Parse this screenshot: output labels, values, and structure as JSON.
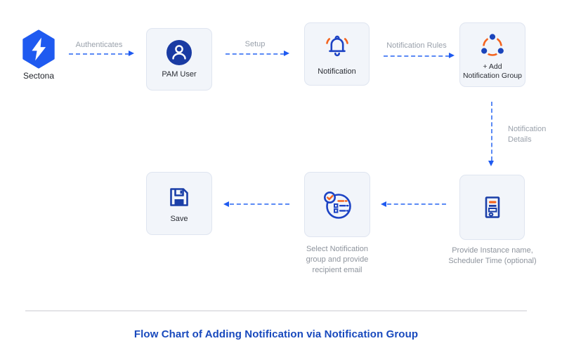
{
  "logo": {
    "label": "Sectona"
  },
  "arrows": {
    "authenticates": "Authenticates",
    "setup": "Setup",
    "notification_rules": "Notification Rules",
    "notification_details": [
      "Notification",
      "Details"
    ]
  },
  "nodes": {
    "pam_user": {
      "label": "PAM User",
      "icon": "user-icon"
    },
    "notification": {
      "label": "Notification",
      "icon": "bell-icon"
    },
    "add_notification_group": {
      "label_lines": [
        "+ Add",
        "Notification Group"
      ],
      "icon": "group-icon"
    },
    "provide_instance": {
      "icon": "document-icon",
      "caption_lines": [
        "Provide Instance name,",
        "Scheduler Time (optional)"
      ]
    },
    "select_notification": {
      "icon": "checklist-icon",
      "caption_lines": [
        "Select Notification",
        "group and provide",
        "recipient email"
      ]
    },
    "save": {
      "label": "Save",
      "icon": "save-floppy-icon"
    }
  },
  "footer": {
    "title": "Flow Chart of Adding Notification via Notification Group"
  },
  "colors": {
    "brand_blue": "#1F5AF0",
    "icon_blue": "#1B3FA8",
    "icon_blue_bright": "#1D43C4",
    "accent_orange": "#F4641E",
    "arrow_dash_blue": "#5B8AF5",
    "arrowhead_blue": "#1F5AF0",
    "node_bg": "#F2F5FA",
    "node_border": "#DFE5F0",
    "label_gray": "#9AA1AB",
    "caption_gray": "#8E949D",
    "title_blue": "#1849BD"
  }
}
